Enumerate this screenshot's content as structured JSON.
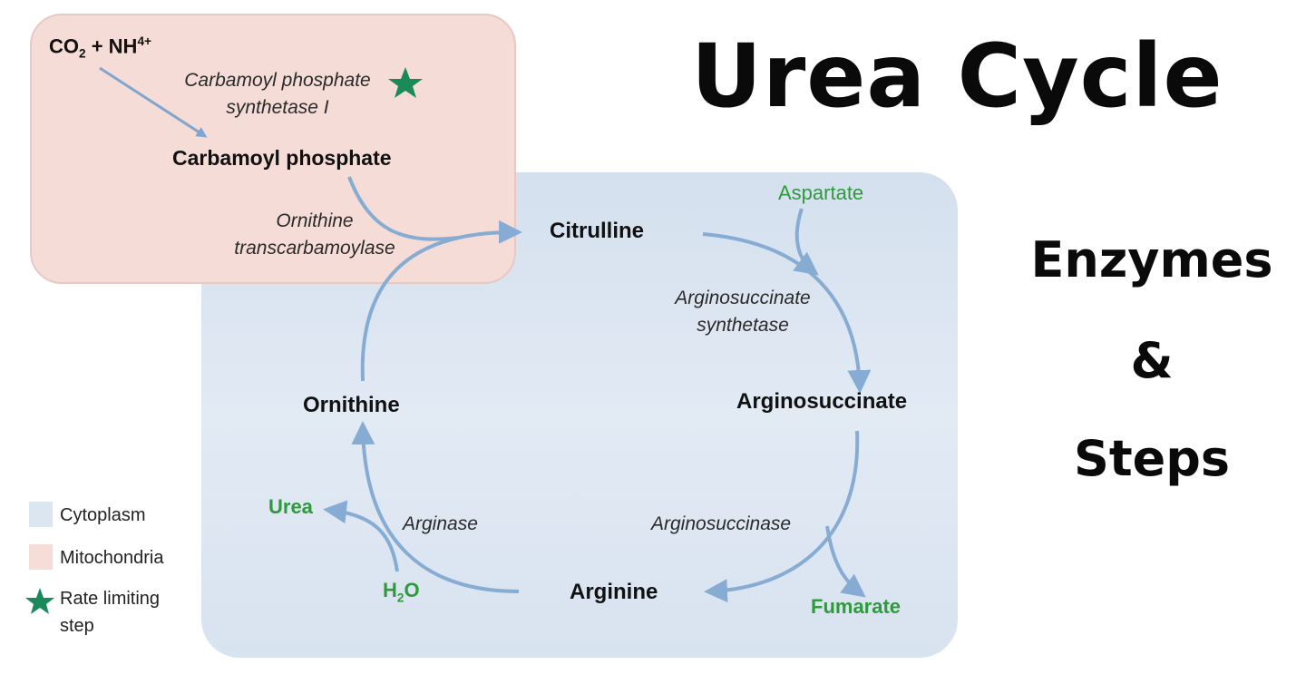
{
  "title": {
    "main": "Urea Cycle",
    "line1": "Enzymes",
    "line2": "&",
    "line3": "Steps"
  },
  "metabolites": {
    "co2": "CO",
    "co2_sub": "2",
    "plus": " + NH",
    "nh_sup": "4+",
    "carbamoyl_phosphate": "Carbamoyl phosphate",
    "citrulline": "Citrulline",
    "aspartate": "Aspartate",
    "argininosuccinate": "Arginosuccinate",
    "fumarate": "Fumarate",
    "arginine": "Arginine",
    "h2o_h": "H",
    "h2o_sub": "2",
    "h2o_o": "O",
    "urea": "Urea",
    "ornithine": "Ornithine"
  },
  "enzymes": {
    "cps1_line1": "Carbamoyl phosphate",
    "cps1_line2": "synthetase I",
    "otc_line1": "Ornithine",
    "otc_line2": "transcarbamoylase",
    "ass_line1": "Arginosuccinate",
    "ass_line2": "synthetase",
    "asl": "Arginosuccinase",
    "arginase": "Arginase"
  },
  "legend": {
    "cytoplasm": "Cytoplasm",
    "mitochondria": "Mitochondria",
    "rate_limiting_line1": "Rate limiting",
    "rate_limiting_line2": "step"
  },
  "colors": {
    "cytoplasm": "#dce6f1",
    "mitochondria": "#f6ddd8",
    "arrow": "#7fa6cf",
    "green_text": "#2f9a3c",
    "star": "#1a8a5a"
  }
}
